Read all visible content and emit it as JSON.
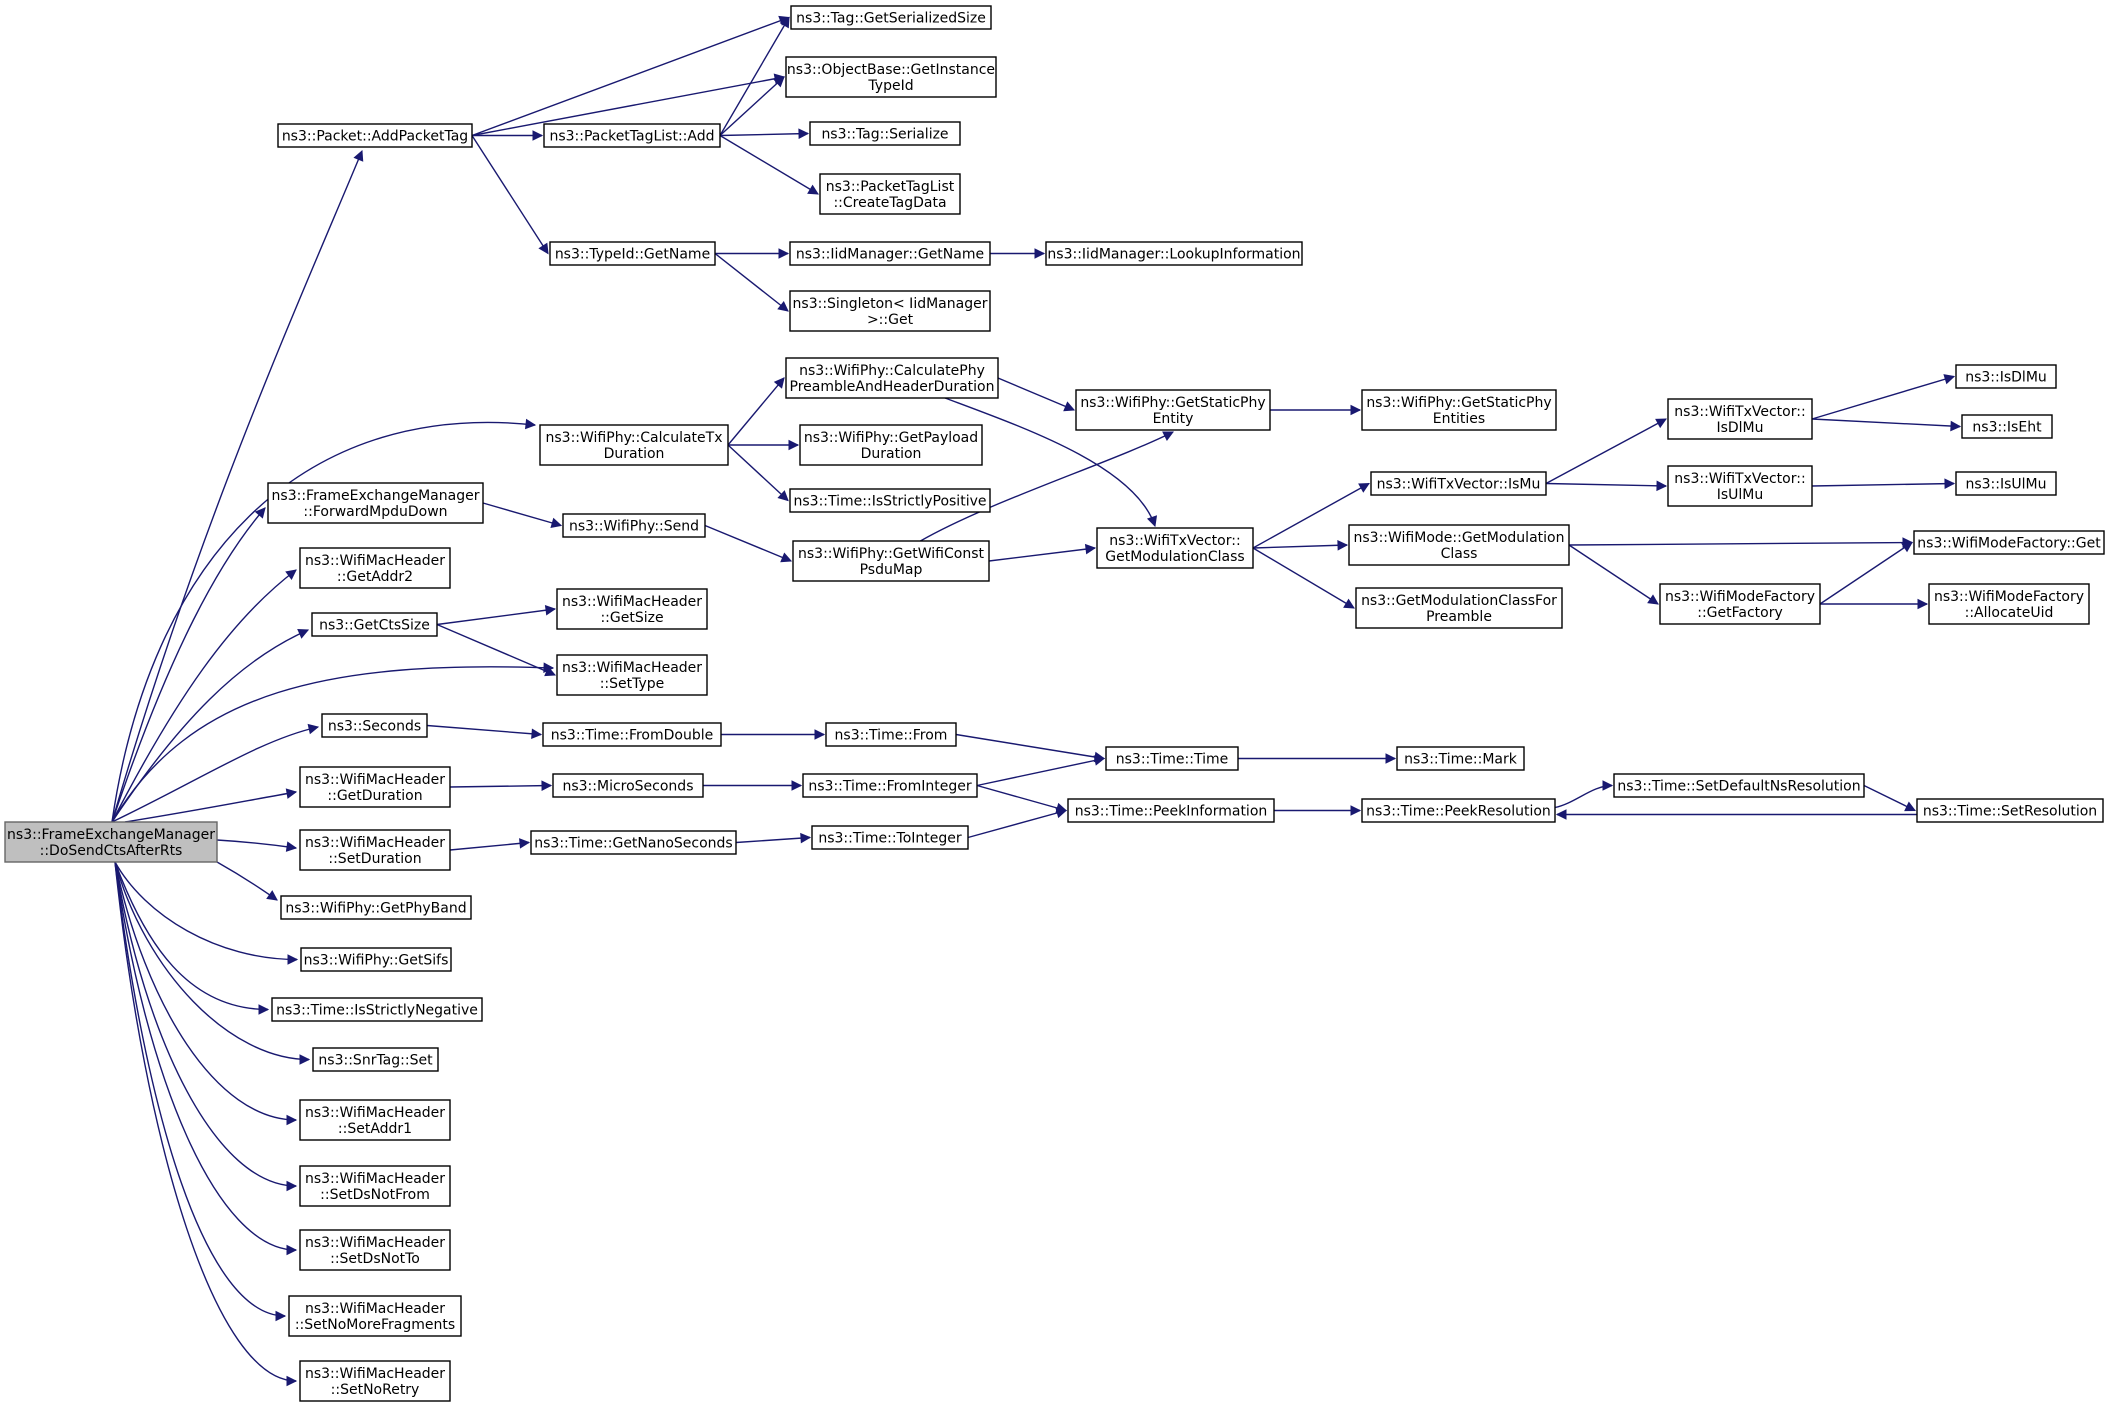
{
  "graph": {
    "colors": {
      "edge": "#191970",
      "node_border": "#000000",
      "root_fill": "#bfbfbf",
      "root_border": "#666666",
      "background": "#ffffff"
    },
    "nodes": [
      {
        "id": "root",
        "lines": [
          "ns3::FrameExchangeManager",
          "::DoSendCtsAfterRts"
        ],
        "root": true
      },
      {
        "id": "addPacketTag",
        "lines": [
          "ns3::Packet::AddPacketTag"
        ]
      },
      {
        "id": "calcTxDuration",
        "lines": [
          "ns3::WifiPhy::CalculateTx",
          "Duration"
        ]
      },
      {
        "id": "forwardMpdu",
        "lines": [
          "ns3::FrameExchangeManager",
          "::ForwardMpduDown"
        ]
      },
      {
        "id": "getAddr2",
        "lines": [
          "ns3::WifiMacHeader",
          "::GetAddr2"
        ]
      },
      {
        "id": "getCtsSize",
        "lines": [
          "ns3::GetCtsSize"
        ]
      },
      {
        "id": "seconds",
        "lines": [
          "ns3::Seconds"
        ]
      },
      {
        "id": "getDuration",
        "lines": [
          "ns3::WifiMacHeader",
          "::GetDuration"
        ]
      },
      {
        "id": "setDuration",
        "lines": [
          "ns3::WifiMacHeader",
          "::SetDuration"
        ]
      },
      {
        "id": "getPhyBand",
        "lines": [
          "ns3::WifiPhy::GetPhyBand"
        ]
      },
      {
        "id": "getSifs",
        "lines": [
          "ns3::WifiPhy::GetSifs"
        ]
      },
      {
        "id": "isStrictlyNeg",
        "lines": [
          "ns3::Time::IsStrictlyNegative"
        ]
      },
      {
        "id": "snrTagSet",
        "lines": [
          "ns3::SnrTag::Set"
        ]
      },
      {
        "id": "setAddr1",
        "lines": [
          "ns3::WifiMacHeader",
          "::SetAddr1"
        ]
      },
      {
        "id": "setDsNotFrom",
        "lines": [
          "ns3::WifiMacHeader",
          "::SetDsNotFrom"
        ]
      },
      {
        "id": "setDsNotTo",
        "lines": [
          "ns3::WifiMacHeader",
          "::SetDsNotTo"
        ]
      },
      {
        "id": "setNoMoreFrag",
        "lines": [
          "ns3::WifiMacHeader",
          "::SetNoMoreFragments"
        ]
      },
      {
        "id": "setNoRetry",
        "lines": [
          "ns3::WifiMacHeader",
          "::SetNoRetry"
        ]
      },
      {
        "id": "tagGetSerSize",
        "lines": [
          "ns3::Tag::GetSerializedSize"
        ]
      },
      {
        "id": "objGetInstTypeId",
        "lines": [
          "ns3::ObjectBase::GetInstance",
          "TypeId"
        ]
      },
      {
        "id": "ptlAdd",
        "lines": [
          "ns3::PacketTagList::Add"
        ]
      },
      {
        "id": "tagSerialize",
        "lines": [
          "ns3::Tag::Serialize"
        ]
      },
      {
        "id": "ptlCreateTagData",
        "lines": [
          "ns3::PacketTagList",
          "::CreateTagData"
        ]
      },
      {
        "id": "typeIdGetName",
        "lines": [
          "ns3::TypeId::GetName"
        ]
      },
      {
        "id": "iidGetName",
        "lines": [
          "ns3::IidManager::GetName"
        ]
      },
      {
        "id": "iidLookup",
        "lines": [
          "ns3::IidManager::LookupInformation"
        ]
      },
      {
        "id": "singletonGet",
        "lines": [
          "ns3::Singleton< IidManager",
          ">::Get"
        ]
      },
      {
        "id": "calcPhyPreamble",
        "lines": [
          "ns3::WifiPhy::CalculatePhy",
          "PreambleAndHeaderDuration"
        ]
      },
      {
        "id": "getPayloadDur",
        "lines": [
          "ns3::WifiPhy::GetPayload",
          "Duration"
        ]
      },
      {
        "id": "isStrictlyPos",
        "lines": [
          "ns3::Time::IsStrictlyPositive"
        ]
      },
      {
        "id": "getStaticPhyEntity",
        "lines": [
          "ns3::WifiPhy::GetStaticPhy",
          "Entity"
        ]
      },
      {
        "id": "getStaticPhyEntities",
        "lines": [
          "ns3::WifiPhy::GetStaticPhy",
          "Entities"
        ]
      },
      {
        "id": "wifiPhySend",
        "lines": [
          "ns3::WifiPhy::Send"
        ]
      },
      {
        "id": "getWifiConstPsdu",
        "lines": [
          "ns3::WifiPhy::GetWifiConst",
          "PsduMap"
        ]
      },
      {
        "id": "getModClass",
        "lines": [
          "ns3::WifiTxVector::",
          "GetModulationClass"
        ]
      },
      {
        "id": "txvIsMu",
        "lines": [
          "ns3::WifiTxVector::IsMu"
        ]
      },
      {
        "id": "txvIsDlMu",
        "lines": [
          "ns3::WifiTxVector::",
          "IsDlMu"
        ]
      },
      {
        "id": "txvIsUlMu",
        "lines": [
          "ns3::WifiTxVector::",
          "IsUlMu"
        ]
      },
      {
        "id": "isDlMu",
        "lines": [
          "ns3::IsDlMu"
        ]
      },
      {
        "id": "isEht",
        "lines": [
          "ns3::IsEht"
        ]
      },
      {
        "id": "isUlMu",
        "lines": [
          "ns3::IsUlMu"
        ]
      },
      {
        "id": "wifiModeGetModClass",
        "lines": [
          "ns3::WifiMode::GetModulation",
          "Class"
        ]
      },
      {
        "id": "getModClassForPre",
        "lines": [
          "ns3::GetModulationClassFor",
          "Preamble"
        ]
      },
      {
        "id": "wmfGet",
        "lines": [
          "ns3::WifiModeFactory::Get"
        ]
      },
      {
        "id": "wmfGetFactory",
        "lines": [
          "ns3::WifiModeFactory",
          "::GetFactory"
        ]
      },
      {
        "id": "wmfAllocUid",
        "lines": [
          "ns3::WifiModeFactory",
          "::AllocateUid"
        ]
      },
      {
        "id": "timeFromDouble",
        "lines": [
          "ns3::Time::FromDouble"
        ]
      },
      {
        "id": "timeFrom",
        "lines": [
          "ns3::Time::From"
        ]
      },
      {
        "id": "timeTime",
        "lines": [
          "ns3::Time::Time"
        ]
      },
      {
        "id": "timeMark",
        "lines": [
          "ns3::Time::Mark"
        ]
      },
      {
        "id": "microSeconds",
        "lines": [
          "ns3::MicroSeconds"
        ]
      },
      {
        "id": "timeFromInteger",
        "lines": [
          "ns3::Time::FromInteger"
        ]
      },
      {
        "id": "peekInfo",
        "lines": [
          "ns3::Time::PeekInformation"
        ]
      },
      {
        "id": "peekRes",
        "lines": [
          "ns3::Time::PeekResolution"
        ]
      },
      {
        "id": "setDefaultNsRes",
        "lines": [
          "ns3::Time::SetDefaultNsResolution"
        ]
      },
      {
        "id": "setRes",
        "lines": [
          "ns3::Time::SetResolution"
        ]
      },
      {
        "id": "getNanoSeconds",
        "lines": [
          "ns3::Time::GetNanoSeconds"
        ]
      },
      {
        "id": "toInteger",
        "lines": [
          "ns3::Time::ToInteger"
        ]
      },
      {
        "id": "wmhGetSize",
        "lines": [
          "ns3::WifiMacHeader",
          "::GetSize"
        ]
      },
      {
        "id": "wmhSetType",
        "lines": [
          "ns3::WifiMacHeader",
          "::SetType"
        ]
      }
    ],
    "edges": [
      [
        "root",
        "addPacketTag"
      ],
      [
        "root",
        "calcTxDuration"
      ],
      [
        "root",
        "forwardMpdu"
      ],
      [
        "root",
        "getAddr2"
      ],
      [
        "root",
        "getCtsSize"
      ],
      [
        "root",
        "wmhSetType"
      ],
      [
        "root",
        "seconds"
      ],
      [
        "root",
        "getDuration"
      ],
      [
        "root",
        "setDuration"
      ],
      [
        "root",
        "getPhyBand"
      ],
      [
        "root",
        "getSifs"
      ],
      [
        "root",
        "isStrictlyNeg"
      ],
      [
        "root",
        "snrTagSet"
      ],
      [
        "root",
        "setAddr1"
      ],
      [
        "root",
        "setDsNotFrom"
      ],
      [
        "root",
        "setDsNotTo"
      ],
      [
        "root",
        "setNoMoreFrag"
      ],
      [
        "root",
        "setNoRetry"
      ],
      [
        "addPacketTag",
        "tagGetSerSize"
      ],
      [
        "addPacketTag",
        "objGetInstTypeId"
      ],
      [
        "addPacketTag",
        "ptlAdd"
      ],
      [
        "addPacketTag",
        "typeIdGetName"
      ],
      [
        "ptlAdd",
        "tagGetSerSize"
      ],
      [
        "ptlAdd",
        "objGetInstTypeId"
      ],
      [
        "ptlAdd",
        "tagSerialize"
      ],
      [
        "ptlAdd",
        "ptlCreateTagData"
      ],
      [
        "typeIdGetName",
        "iidGetName"
      ],
      [
        "typeIdGetName",
        "singletonGet"
      ],
      [
        "iidGetName",
        "iidLookup"
      ],
      [
        "calcTxDuration",
        "calcPhyPreamble"
      ],
      [
        "calcTxDuration",
        "getPayloadDur"
      ],
      [
        "calcTxDuration",
        "isStrictlyPos"
      ],
      [
        "calcPhyPreamble",
        "getStaticPhyEntity"
      ],
      [
        "calcPhyPreamble",
        "getModClass"
      ],
      [
        "getStaticPhyEntity",
        "getStaticPhyEntities"
      ],
      [
        "forwardMpdu",
        "wifiPhySend"
      ],
      [
        "wifiPhySend",
        "getWifiConstPsdu"
      ],
      [
        "getWifiConstPsdu",
        "getStaticPhyEntity"
      ],
      [
        "getWifiConstPsdu",
        "getModClass"
      ],
      [
        "getModClass",
        "txvIsMu"
      ],
      [
        "getModClass",
        "wifiModeGetModClass"
      ],
      [
        "getModClass",
        "getModClassForPre"
      ],
      [
        "txvIsMu",
        "txvIsDlMu"
      ],
      [
        "txvIsMu",
        "txvIsUlMu"
      ],
      [
        "txvIsDlMu",
        "isDlMu"
      ],
      [
        "txvIsDlMu",
        "isEht"
      ],
      [
        "txvIsUlMu",
        "isUlMu"
      ],
      [
        "wifiModeGetModClass",
        "wmfGet"
      ],
      [
        "wifiModeGetModClass",
        "wmfGetFactory"
      ],
      [
        "wmfGetFactory",
        "wmfGet"
      ],
      [
        "wmfGetFactory",
        "wmfAllocUid"
      ],
      [
        "getCtsSize",
        "wmhGetSize"
      ],
      [
        "getCtsSize",
        "wmhSetType"
      ],
      [
        "seconds",
        "timeFromDouble"
      ],
      [
        "timeFromDouble",
        "timeFrom"
      ],
      [
        "timeFrom",
        "timeTime"
      ],
      [
        "timeTime",
        "timeMark"
      ],
      [
        "getDuration",
        "microSeconds"
      ],
      [
        "microSeconds",
        "timeFromInteger"
      ],
      [
        "timeFromInteger",
        "timeTime"
      ],
      [
        "timeFromInteger",
        "peekInfo"
      ],
      [
        "peekInfo",
        "peekRes"
      ],
      [
        "peekRes",
        "setDefaultNsRes"
      ],
      [
        "setDefaultNsRes",
        "setRes"
      ],
      [
        "setRes",
        "peekRes"
      ],
      [
        "setDuration",
        "getNanoSeconds"
      ],
      [
        "getNanoSeconds",
        "toInteger"
      ],
      [
        "toInteger",
        "peekInfo"
      ]
    ]
  }
}
